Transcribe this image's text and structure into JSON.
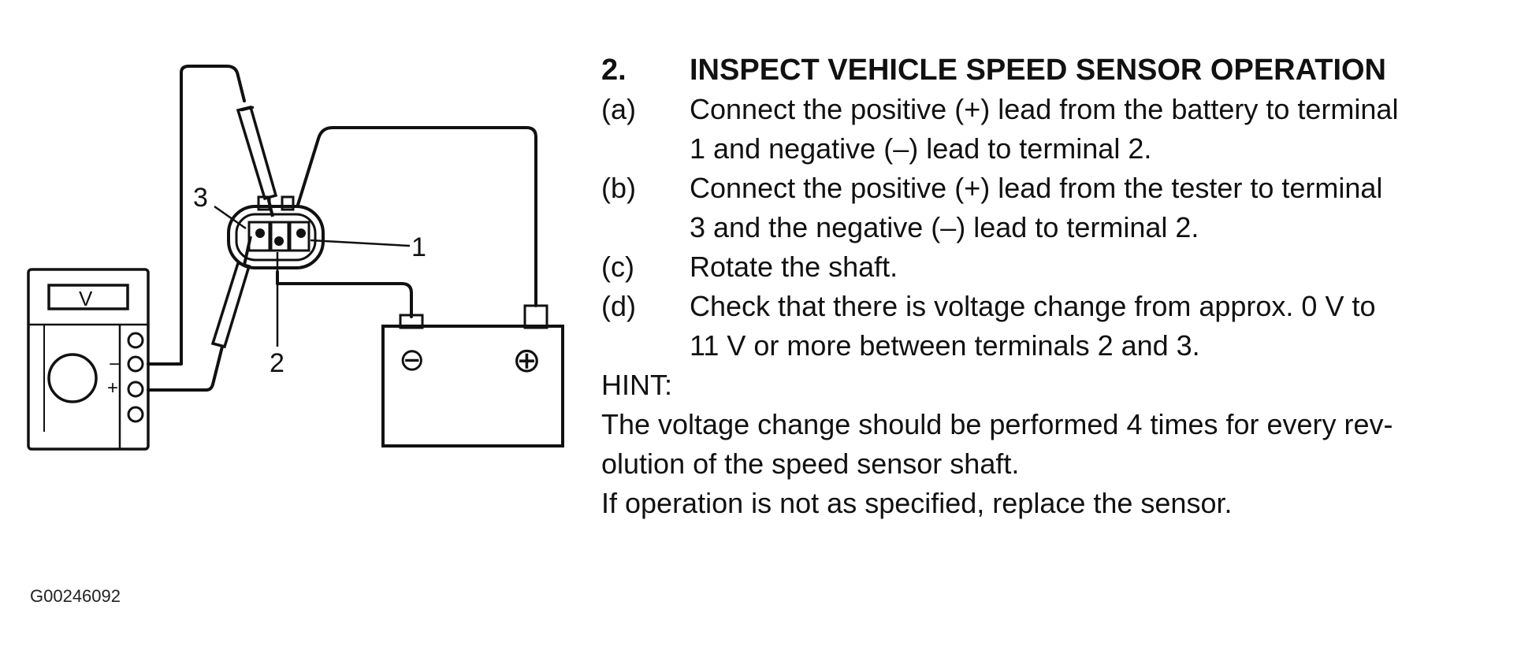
{
  "diagram": {
    "meter_label": "V",
    "meter_minus": "−",
    "meter_plus": "+",
    "terminal_1": "1",
    "terminal_2": "2",
    "terminal_3": "3",
    "battery_negative": "⊖",
    "battery_positive": "⊕"
  },
  "figure_id": "G00246092",
  "section": {
    "number": "2.",
    "title": "INSPECT VEHICLE SPEED SENSOR OPERATION",
    "steps": [
      {
        "mark": "(a)",
        "line1": "Connect the positive (+) lead from the battery to terminal",
        "line2": "1 and negative (–) lead to terminal 2."
      },
      {
        "mark": "(b)",
        "line1": "Connect the positive (+) lead from the tester to terminal",
        "line2": "3 and the negative (–) lead to terminal 2."
      },
      {
        "mark": "(c)",
        "line1": "Rotate the shaft.",
        "line2": ""
      },
      {
        "mark": "(d)",
        "line1": "Check that there is voltage change from approx. 0 V to",
        "line2": "11 V or more between terminals 2 and 3."
      }
    ],
    "hint_title": "HINT:",
    "hint_line1": "The voltage change should be performed 4 times for every rev-",
    "hint_line2": "olution of the speed sensor shaft.",
    "closing": "If operation is not as specified, replace the sensor."
  }
}
